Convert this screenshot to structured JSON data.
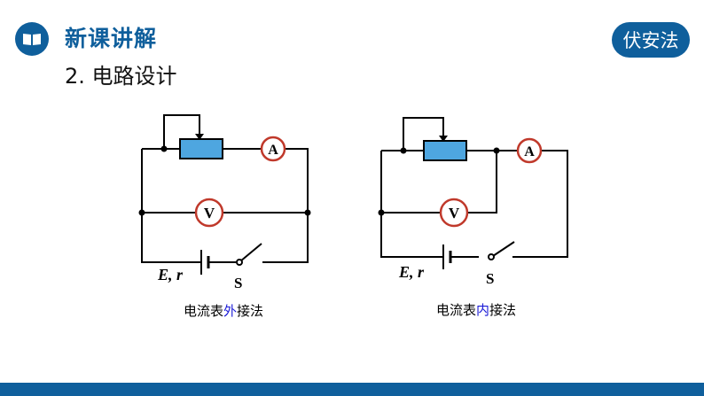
{
  "header": {
    "section_title": "新课讲解",
    "subtitle": "2. 电路设计",
    "method_badge": "伏安法",
    "icon": "book-icon"
  },
  "colors": {
    "brand_blue": "#0f5f9c",
    "rheostat_fill": "#4ea6e0",
    "meter_ring": "#c0392b",
    "highlight_text": "#1a1ad6"
  },
  "circuits": [
    {
      "ammeter_label": "A",
      "voltmeter_label": "V",
      "source_label": "E, r",
      "switch_label": "S",
      "caption_before": "电流表",
      "caption_highlight": "外",
      "caption_after": "接法"
    },
    {
      "ammeter_label": "A",
      "voltmeter_label": "V",
      "source_label": "E, r",
      "switch_label": "S",
      "caption_before": "电流表",
      "caption_highlight": "内",
      "caption_after": "接法"
    }
  ]
}
